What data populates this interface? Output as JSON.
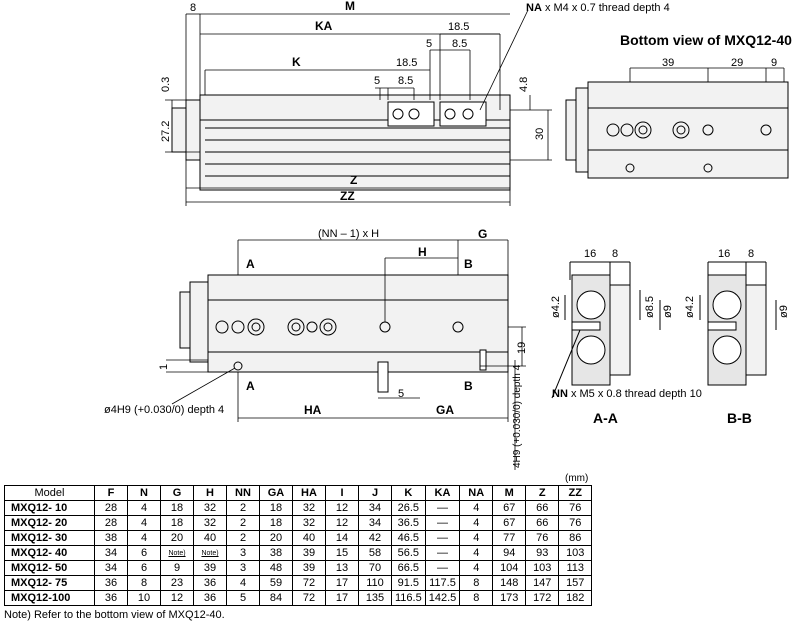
{
  "bottom_view_title": "Bottom view of MXQ12-40",
  "top_view": {
    "dims": {
      "d8": "8",
      "M": "M",
      "KA": "KA",
      "d18_5_a": "18.5",
      "d5_a": "5",
      "d8_5_a": "8.5",
      "K": "K",
      "d18_5_b": "18.5",
      "d5_b": "5",
      "d8_5_b": "8.5",
      "d0_3": "0.3",
      "d27_2": "27.2",
      "d4_8": "4.8",
      "d30": "30",
      "Z": "Z",
      "ZZ": "ZZ"
    },
    "thread_label_bold": "NA",
    "thread_label": "x M4 x 0.7 thread depth 4"
  },
  "bottom_view": {
    "d39": "39",
    "d29": "29",
    "d9": "9"
  },
  "side_view": {
    "NN1H": "(NN – 1) x H",
    "G": "G",
    "H": "H",
    "A_top": "A",
    "B_top": "B",
    "A_bot": "A",
    "B_bot": "B",
    "d1": "1",
    "d19": "19",
    "d5": "5",
    "HA": "HA",
    "GA": "GA",
    "pin_hole": "ø4H9 (+0.030/0) depth 4",
    "pin_hole_vert": "4H9 (+0.030/0) depth 4",
    "thread_label_bold": "NN",
    "thread_label": "x M5 x 0.8 thread depth 10"
  },
  "section_aa": {
    "title": "A-A",
    "d16": "16",
    "d8": "8",
    "d4_2": "ø4.2",
    "d8_5": "ø8.5",
    "d9": "ø9"
  },
  "section_bb": {
    "title": "B-B",
    "d16": "16",
    "d8": "8",
    "d4_2": "ø4.2",
    "d9": "ø9"
  },
  "table": {
    "unit": "(mm)",
    "headers": [
      "Model",
      "F",
      "N",
      "G",
      "H",
      "NN",
      "GA",
      "HA",
      "I",
      "J",
      "K",
      "KA",
      "NA",
      "M",
      "Z",
      "ZZ"
    ],
    "rows": [
      [
        "MXQ12- 10",
        "28",
        "4",
        "18",
        "32",
        "2",
        "18",
        "32",
        "12",
        "34",
        "26.5",
        "—",
        "4",
        "67",
        "66",
        "76"
      ],
      [
        "MXQ12- 20",
        "28",
        "4",
        "18",
        "32",
        "2",
        "18",
        "32",
        "12",
        "34",
        "36.5",
        "—",
        "4",
        "67",
        "66",
        "76"
      ],
      [
        "MXQ12- 30",
        "38",
        "4",
        "20",
        "40",
        "2",
        "20",
        "40",
        "14",
        "42",
        "46.5",
        "—",
        "4",
        "77",
        "76",
        "86"
      ],
      [
        "MXQ12- 40",
        "34",
        "6",
        "Note)",
        "Note)",
        "3",
        "38",
        "39",
        "15",
        "58",
        "56.5",
        "—",
        "4",
        "94",
        "93",
        "103"
      ],
      [
        "MXQ12- 50",
        "34",
        "6",
        "9",
        "39",
        "3",
        "48",
        "39",
        "13",
        "70",
        "66.5",
        "—",
        "4",
        "104",
        "103",
        "113"
      ],
      [
        "MXQ12- 75",
        "36",
        "8",
        "23",
        "36",
        "4",
        "59",
        "72",
        "17",
        "110",
        "91.5",
        "117.5",
        "8",
        "148",
        "147",
        "157"
      ],
      [
        "MXQ12-100",
        "36",
        "10",
        "12",
        "36",
        "5",
        "84",
        "72",
        "17",
        "135",
        "116.5",
        "142.5",
        "8",
        "173",
        "172",
        "182"
      ]
    ],
    "note": "Note) Refer to the bottom view of MXQ12-40."
  }
}
